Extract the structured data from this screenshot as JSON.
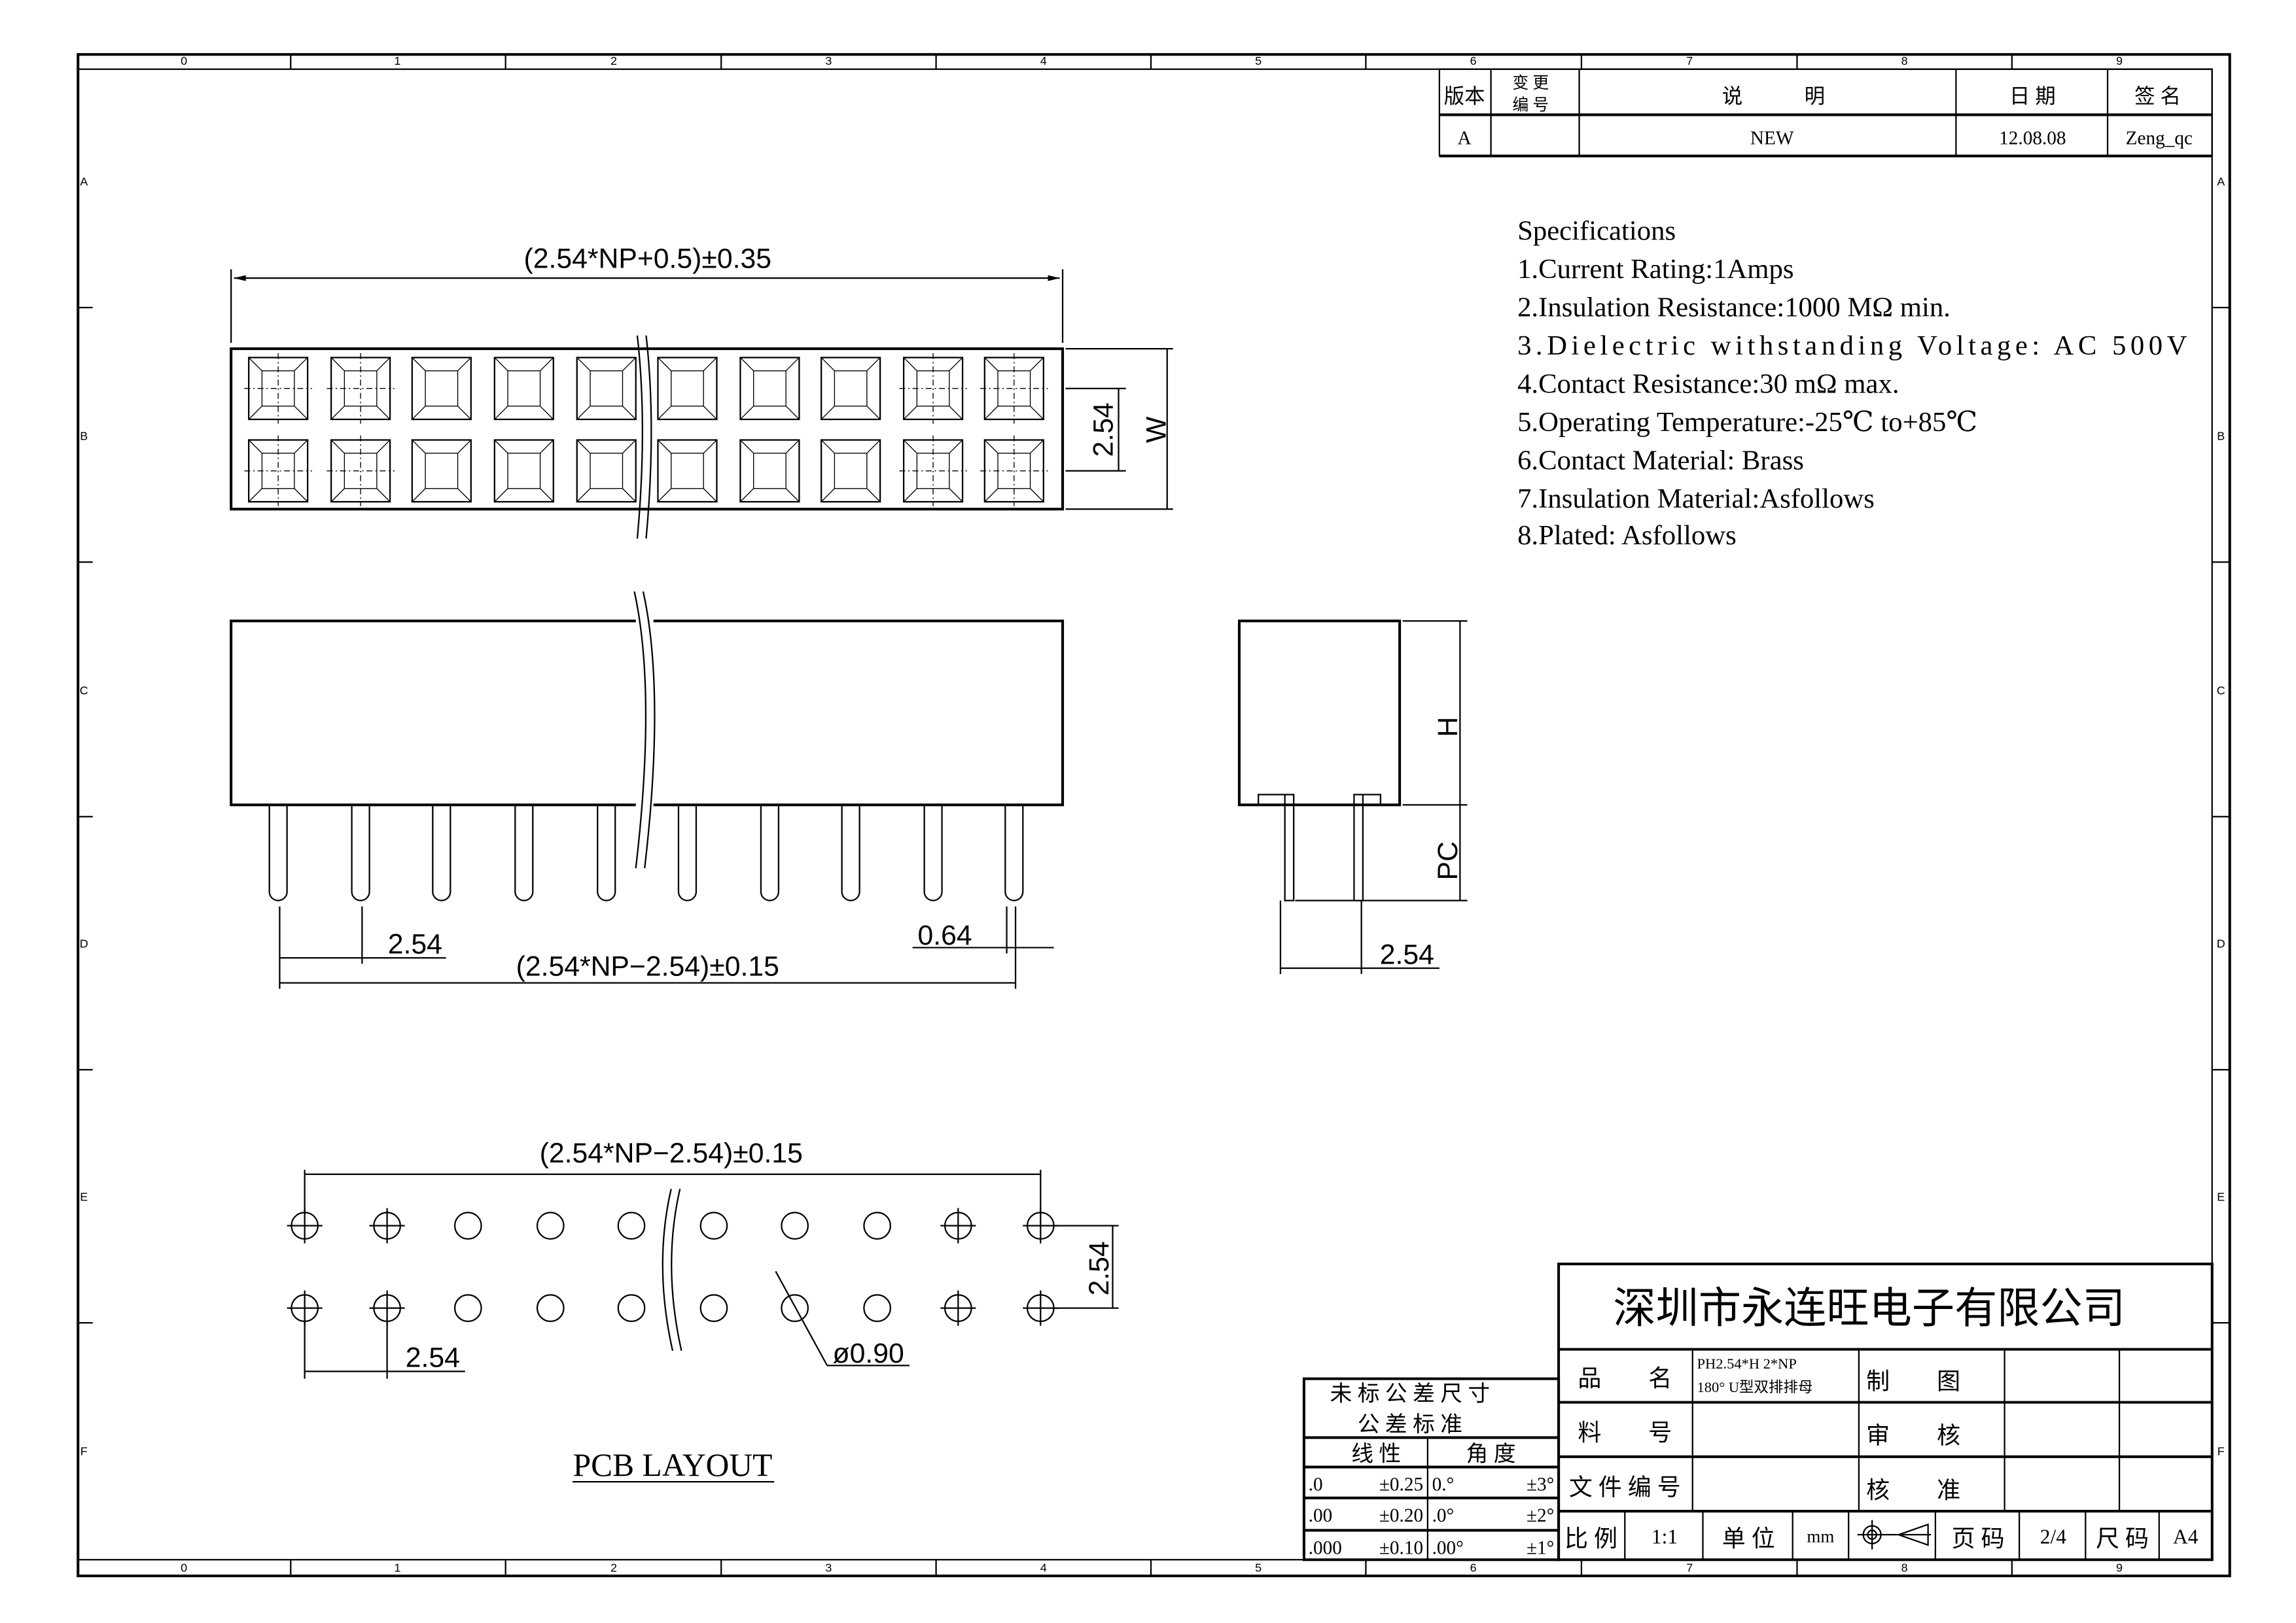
{
  "zones": {
    "columns": [
      "0",
      "1",
      "2",
      "3",
      "4",
      "5",
      "6",
      "7",
      "8",
      "9"
    ],
    "rows": [
      "A",
      "B",
      "C",
      "D",
      "E",
      "F"
    ]
  },
  "revision_table": {
    "headers": {
      "version": "版本",
      "change_no_1": "变 更",
      "change_no_2": "编 号",
      "description": "说　　　明",
      "date": "日 期",
      "signature": "签 名"
    },
    "row": {
      "version": "A",
      "change_no": "",
      "description": "NEW",
      "date": "12.08.08",
      "signature": "Zeng_qc"
    }
  },
  "specifications": {
    "title": "Specifications",
    "items": [
      "1.Current Rating:1Amps",
      "2.Insulation Resistance:1000 MΩ min.",
      "3.Dielectric withstanding Voltage: AC 500V",
      "4.Contact Resistance:30 mΩ max.",
      "5.Operating Temperature:-25℃ to+85℃",
      "6.Contact Material:  Brass",
      "7.Insulation Material:Asfollows",
      "8.Plated: Asfollows"
    ]
  },
  "dimensions": {
    "top_length": "(2.54*NP+0.5)±0.35",
    "top_pitch": "2.54",
    "top_width": "W",
    "side_pitch": "2.54",
    "side_pin_span": "(2.54*NP−2.54)±0.15",
    "pin_width": "0.64",
    "end_height": "H",
    "end_pc": "PC",
    "end_pitch": "2.54",
    "pcb_span": "(2.54*NP−2.54)±0.15",
    "pcb_row_pitch": "2.54",
    "pcb_col_pitch": "2.54",
    "hole_dia": "ø0.90",
    "pcb_label": "PCB LAYOUT"
  },
  "tolerance_table": {
    "title_1": "未 标 公 差 尺 寸",
    "title_2": "公 差 标 准",
    "linear": "线 性",
    "angle": "角 度",
    "rows": [
      {
        "lin": ".0",
        "lin_tol": "±0.25",
        "ang": "0.°",
        "ang_tol": "±3°"
      },
      {
        "lin": ".00",
        "lin_tol": "±0.20",
        "ang": ".0°",
        "ang_tol": "±2°"
      },
      {
        "lin": ".000",
        "lin_tol": "±0.10",
        "ang": ".00°",
        "ang_tol": "±1°"
      }
    ]
  },
  "title_block": {
    "company": "深圳市永连旺电子有限公司",
    "product_name_label": "品　　名",
    "product_name_1": "PH2.54*H 2*NP",
    "product_name_2": "180° U型双排排母",
    "drawn_label": "制　　图",
    "part_no_label": "料　　号",
    "check_label": "审　　核",
    "doc_no_label": "文 件 编 号",
    "approve_label": "核　　准",
    "scale_label": "比 例",
    "scale": "1:1",
    "unit_label": "单 位",
    "unit": "mm",
    "page_label": "页 码",
    "page": "2/4",
    "size_label": "尺 码",
    "size": "A4"
  }
}
